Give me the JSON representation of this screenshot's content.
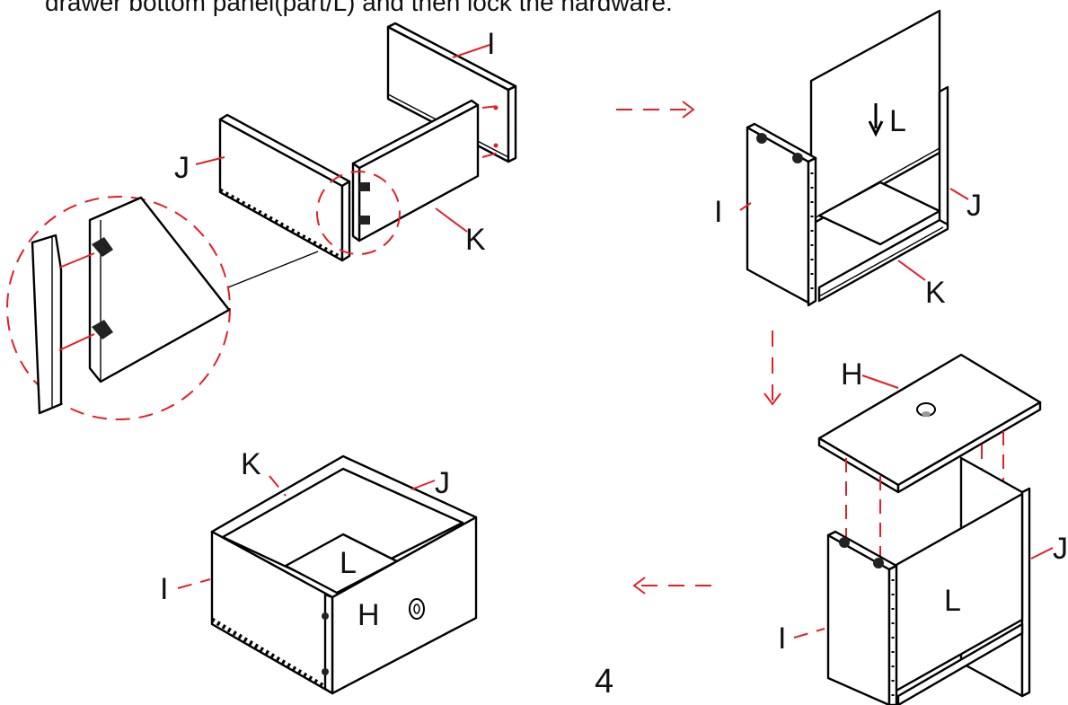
{
  "header": {
    "instruction": "drawer bottom panel(part/L) and then lock the hardware."
  },
  "page_number": "4",
  "labels": {
    "I": "I",
    "J": "J",
    "K": "K",
    "L": "L",
    "H": "H"
  },
  "colors": {
    "line": "#000000",
    "leader": "#e0202a",
    "background": "#ffffff"
  }
}
